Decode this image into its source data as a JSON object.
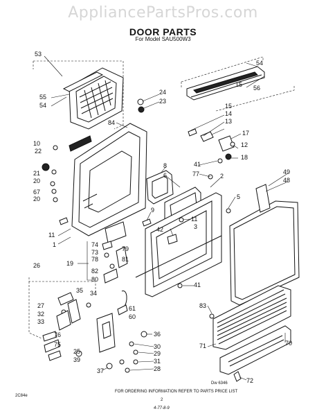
{
  "watermark": "AppliancePartsPros.com",
  "title": "DOOR PARTS",
  "subtitle": "For Model SAU500W3",
  "footer": {
    "instruction": "FOR ORDERING INFORMATION REFER TO PARTS PRICE LIST",
    "page_number": "2",
    "left_code": "2C84e",
    "drawing_code": "Dw 6346",
    "handwritten": "4-77-8-9"
  },
  "callouts": [
    "53",
    "55",
    "54",
    "24",
    "23",
    "84",
    "10",
    "22",
    "21",
    "20",
    "67",
    "20",
    "11",
    "1",
    "54",
    "15",
    "56",
    "15",
    "14",
    "13",
    "17",
    "12",
    "18",
    "41",
    "77",
    "8",
    "6",
    "49",
    "48",
    "2",
    "5",
    "9",
    "11",
    "42",
    "3",
    "74",
    "73",
    "78",
    "79",
    "81",
    "19",
    "82",
    "80",
    "26",
    "35",
    "34",
    "27",
    "32",
    "33",
    "61",
    "60",
    "76",
    "75",
    "25",
    "39",
    "36",
    "30",
    "29",
    "31",
    "28",
    "37",
    "41",
    "83",
    "71",
    "70",
    "72"
  ]
}
